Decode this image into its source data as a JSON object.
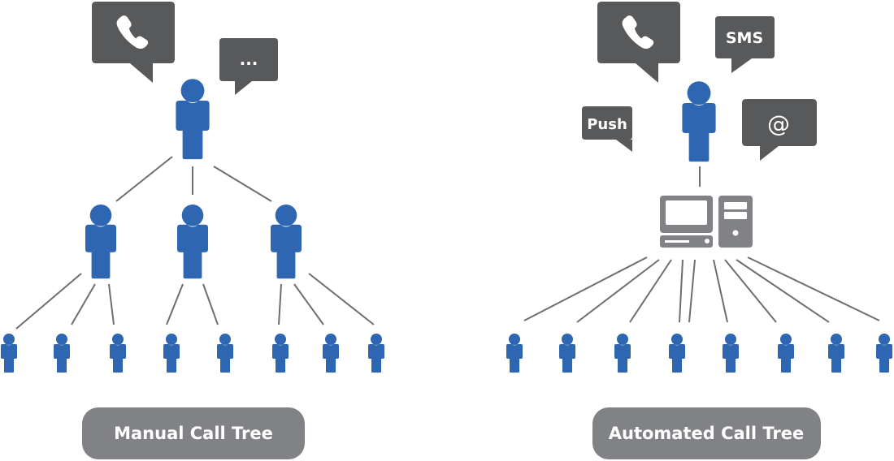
{
  "manual": {
    "label": "Manual Call Tree",
    "bubbles": {
      "phone_icon": "phone-icon",
      "ellipsis": "..."
    }
  },
  "automated": {
    "label": "Automated Call Tree",
    "bubbles": {
      "phone_icon": "phone-icon",
      "sms": "SMS",
      "push": "Push",
      "email": "@"
    }
  },
  "colors": {
    "person": "#2e66b1",
    "bubble": "#58595b",
    "computer": "#808285",
    "pill": "#808285"
  }
}
